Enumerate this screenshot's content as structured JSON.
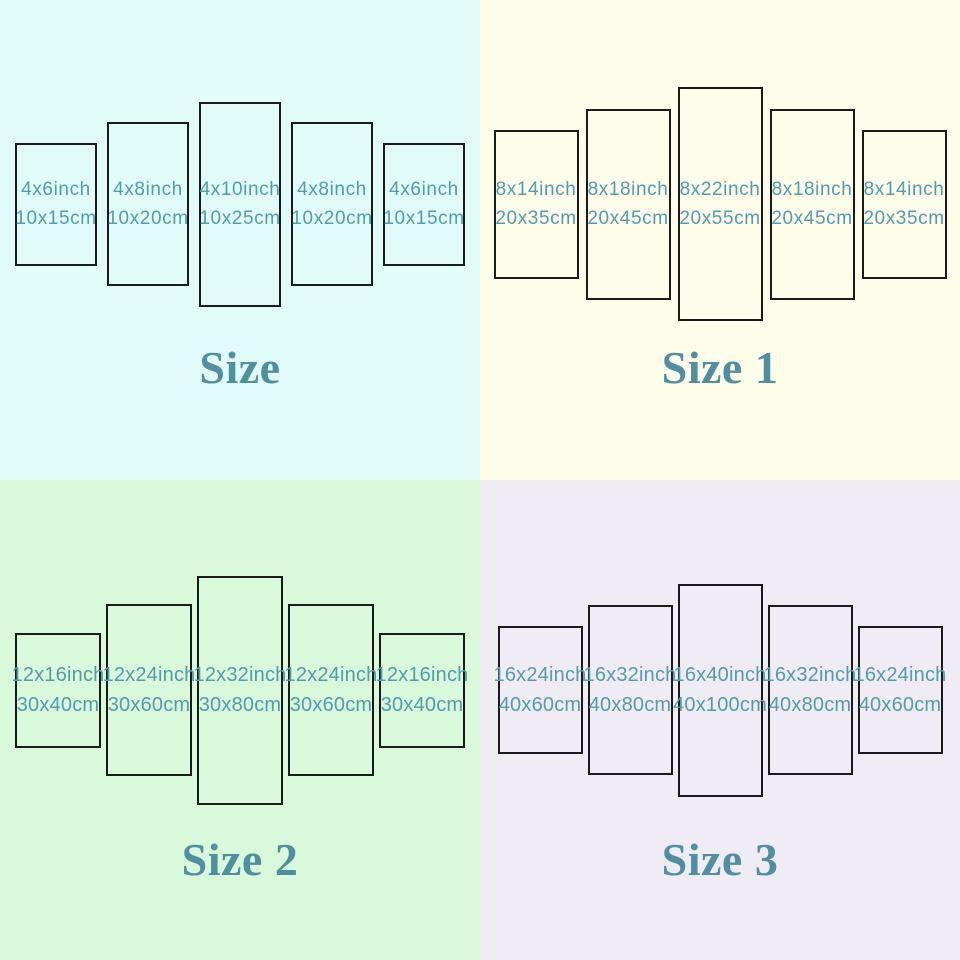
{
  "colors": {
    "page_bg": "#ffffff",
    "label_text": "#4f9dae",
    "title_text": "#4e8fa2",
    "panel_border": "#1a1a1a",
    "quadrant_bg_top_left": "#e1fcf8",
    "quadrant_bg_top_right": "#fdfdea",
    "quadrant_bg_bottom_left": "#d8f9da",
    "quadrant_bg_bottom_right": "#f0ecf6"
  },
  "quadrants": [
    {
      "id": "size",
      "title": "Size",
      "bg": "#e1fcf8",
      "panels": [
        {
          "inch": "4x6inch",
          "cm": "10x15cm"
        },
        {
          "inch": "4x8inch",
          "cm": "10x20cm"
        },
        {
          "inch": "4x10inch",
          "cm": "10x25cm"
        },
        {
          "inch": "4x8inch",
          "cm": "10x20cm"
        },
        {
          "inch": "4x6inch",
          "cm": "10x15cm"
        }
      ]
    },
    {
      "id": "size-1",
      "title": "Size 1",
      "bg": "#fdfdea",
      "panels": [
        {
          "inch": "8x14inch",
          "cm": "20x35cm"
        },
        {
          "inch": "8x18inch",
          "cm": "20x45cm"
        },
        {
          "inch": "8x22inch",
          "cm": "20x55cm"
        },
        {
          "inch": "8x18inch",
          "cm": "20x45cm"
        },
        {
          "inch": "8x14inch",
          "cm": "20x35cm"
        }
      ]
    },
    {
      "id": "size-2",
      "title": "Size 2",
      "bg": "#d8f9da",
      "panels": [
        {
          "inch": "12x16inch",
          "cm": "30x40cm"
        },
        {
          "inch": "12x24inch",
          "cm": "30x60cm"
        },
        {
          "inch": "12x32inch",
          "cm": "30x80cm"
        },
        {
          "inch": "12x24inch",
          "cm": "30x60cm"
        },
        {
          "inch": "12x16inch",
          "cm": "30x40cm"
        }
      ]
    },
    {
      "id": "size-3",
      "title": "Size 3",
      "bg": "#f0ecf6",
      "panels": [
        {
          "inch": "16x24inch",
          "cm": "40x60cm"
        },
        {
          "inch": "16x32inch",
          "cm": "40x80cm"
        },
        {
          "inch": "16x40inch",
          "cm": "40x100cm"
        },
        {
          "inch": "16x32inch",
          "cm": "40x80cm"
        },
        {
          "inch": "16x24inch",
          "cm": "40x60cm"
        }
      ]
    }
  ]
}
